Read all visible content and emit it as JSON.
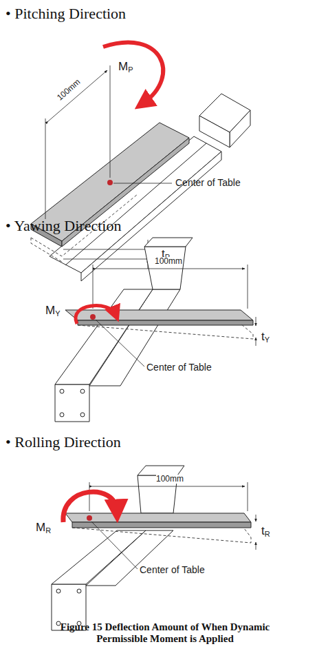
{
  "diagram": {
    "caption": "Figure 15 Deflection Amount of When Dynamic Permissible Moment is Applied",
    "labels": [
      "• Pitching Direction",
      "100mm",
      "MP",
      "Center of Table",
      "tP",
      "• Yawing Direction",
      "100mm",
      "MY",
      "Center of Table",
      "tY",
      "• Rolling Direction",
      "100mm",
      "MR",
      "Center of Table",
      "tR"
    ]
  }
}
